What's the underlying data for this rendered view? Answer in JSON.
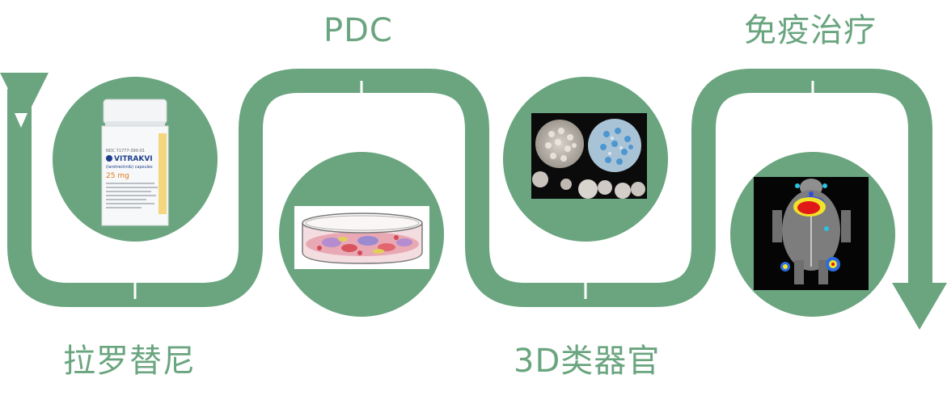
{
  "colors": {
    "track": "#6aa57f",
    "circle": "#6aa57f",
    "background": "#ffffff",
    "label": "#6aa57f"
  },
  "steps": [
    {
      "label": "拉罗替尼",
      "icon": "drug-bottle-icon",
      "image_text": {
        "ndc": "NDC 71777-390-01",
        "brand": "VITRAKVI",
        "generic": "(larotrectinib) capsules",
        "dose": "25 mg"
      }
    },
    {
      "label": "PDC",
      "icon": "petri-dish-icon"
    },
    {
      "label": "3D类器官",
      "icon": "organoid-micrograph-icon"
    },
    {
      "label": "免疫治疗",
      "icon": "mouse-imaging-icon"
    }
  ]
}
